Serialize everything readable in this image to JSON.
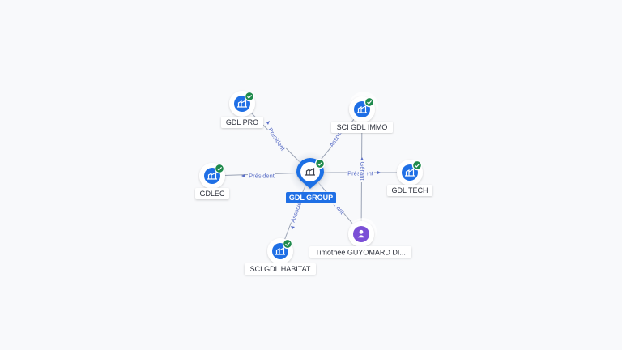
{
  "colors": {
    "accent": "#1f6fe5",
    "check": "#1f8a4c",
    "person": "#7b4fd6",
    "edge": "#9aa3b5",
    "edge_label": "#5b6fc7",
    "background": "#f8f9fb"
  },
  "center": {
    "label": "GDL GROUP",
    "icon": "building-icon"
  },
  "companies": [
    {
      "id": "gdl-pro",
      "label": "GDL PRO",
      "icon": "building-icon",
      "verified": true
    },
    {
      "id": "sci-gdl-immo",
      "label": "SCI GDL IMMO",
      "icon": "building-icon",
      "verified": true
    },
    {
      "id": "gdlec",
      "label": "GDLEC",
      "icon": "building-icon",
      "verified": true
    },
    {
      "id": "gdl-tech",
      "label": "GDL TECH",
      "icon": "building-icon",
      "verified": true
    },
    {
      "id": "sci-gdl-habitat",
      "label": "SCI GDL HABITAT",
      "icon": "building-icon",
      "verified": true
    }
  ],
  "person": {
    "id": "timothee",
    "label": "Timothée GUYOMARD DI...",
    "icon": "user-icon"
  },
  "edges": [
    {
      "from": "gdl-group",
      "to": "gdl-pro",
      "label": "Président"
    },
    {
      "from": "gdl-group",
      "to": "sci-gdl-immo",
      "label": "Associé"
    },
    {
      "from": "gdl-group",
      "to": "gdlec",
      "label": "Président"
    },
    {
      "from": "gdl-group",
      "to": "gdl-tech",
      "label": "Président"
    },
    {
      "from": "gdl-group",
      "to": "sci-gdl-habitat",
      "label": "Associé"
    },
    {
      "from": "timothee",
      "to": "gdl-group",
      "label": "...ant"
    },
    {
      "from": "timothee",
      "to": "sci-gdl-immo",
      "label": "Gérant"
    }
  ]
}
